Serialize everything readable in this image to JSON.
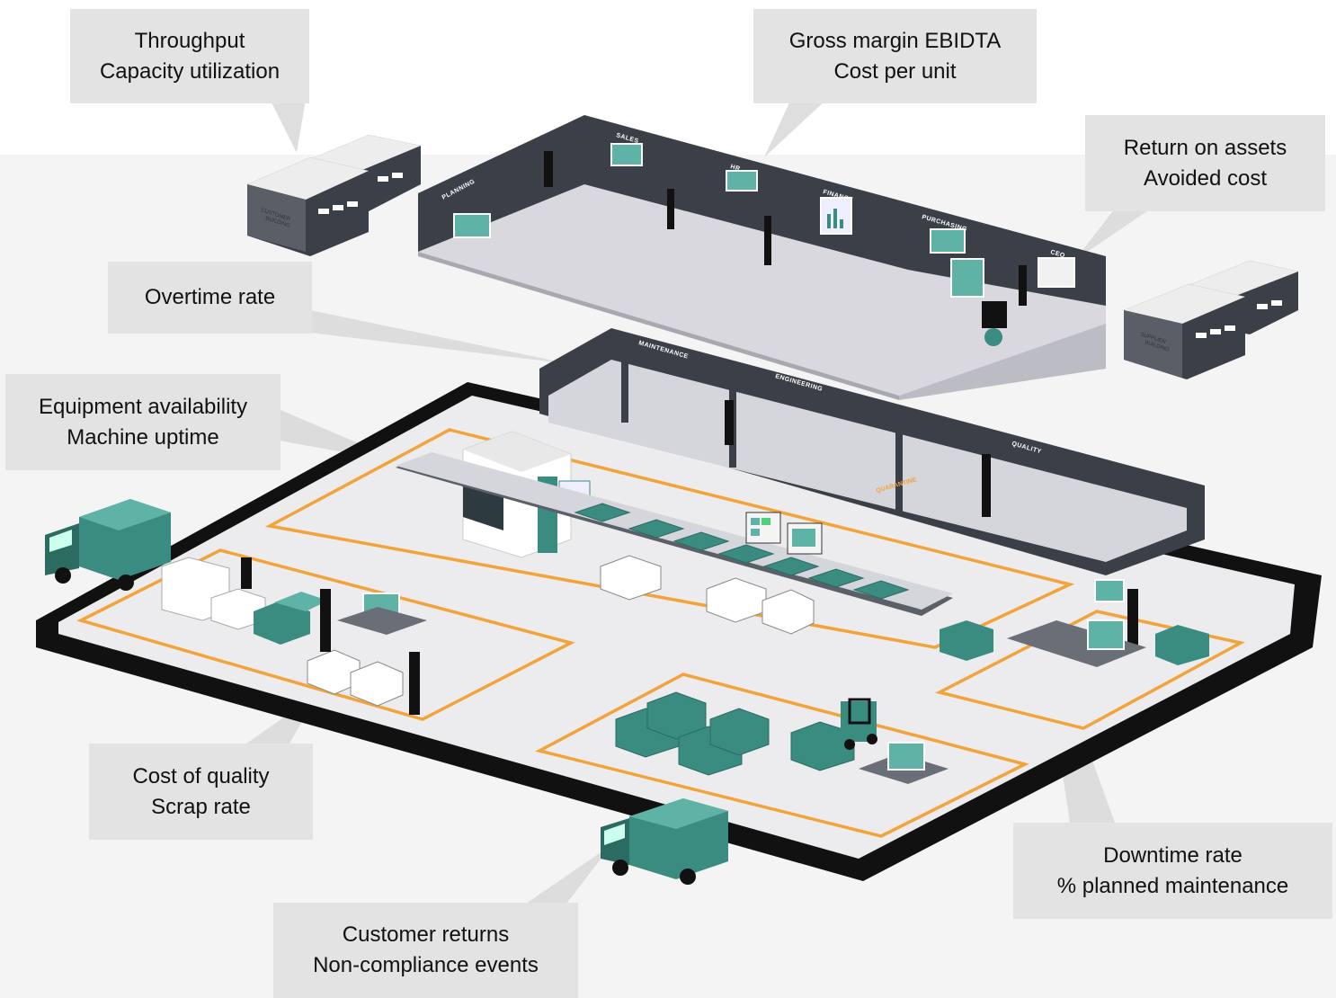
{
  "callouts": {
    "throughput": {
      "line1": "Throughput",
      "line2": "Capacity utilization"
    },
    "gross_margin": {
      "line1": "Gross margin EBIDTA",
      "line2": "Cost per unit"
    },
    "return_on_assets": {
      "line1": "Return on assets",
      "line2": "Avoided cost"
    },
    "overtime": {
      "line1": "Overtime rate"
    },
    "equipment": {
      "line1": "Equipment availability",
      "line2": "Machine uptime"
    },
    "cost_of_quality": {
      "line1": "Cost of quality",
      "line2": "Scrap rate"
    },
    "downtime": {
      "line1": "Downtime rate",
      "line2": "% planned maintenance"
    },
    "customer_returns": {
      "line1": "Customer returns",
      "line2": "Non-compliance events"
    }
  },
  "office_labels": {
    "planning": "PLANNING",
    "sales": "SALES",
    "hr": "HR",
    "finance": "FINANCE",
    "purchasing": "PURCHASING",
    "ceo": "CEO"
  },
  "factory_labels": {
    "maintenance": "MAINTENANCE",
    "engineering": "ENGINEERING",
    "quality": "QUALITY",
    "quarantine": "QUARANTINE"
  },
  "buildings": {
    "customer": {
      "line1": "CUSTOMER",
      "line2": "BUILDING"
    },
    "supplier": {
      "line1": "SUPPLIER",
      "line2": "BUILDING"
    }
  },
  "colors": {
    "teal": "#3a8c80",
    "teal_light": "#5fb3a6",
    "dark_wall": "#3b3f48",
    "orange_line": "#f2a33a",
    "floor": "#ececef",
    "callout_bg": "#e3e3e3"
  }
}
